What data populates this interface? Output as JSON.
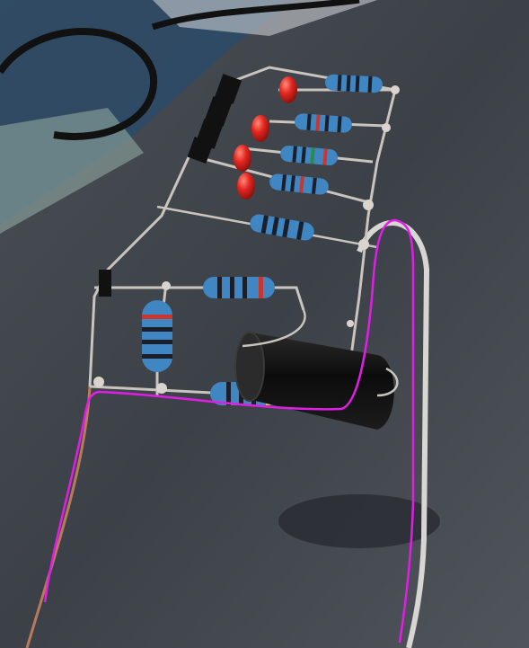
{
  "scene": {
    "subject": "freeform-wire-circuit",
    "colors": {
      "desk": "#3d4148",
      "desk_light": "#5a5f66",
      "wire": "#c9c4bd",
      "copper": "#b87a5a",
      "resistor_body": "#3f86c2",
      "resistor_band_dark": "#1c1f2a",
      "resistor_band_red": "#c8372f",
      "resistor_band_green": "#2f8a4a",
      "led": "#e3261f",
      "capacitor": "#141414",
      "annotation": "#e01ee6",
      "cable": "#d8d6d2"
    },
    "components": {
      "resistor_count": 8,
      "led_count": 4,
      "transistor_count": 4,
      "capacitor_count": 1
    }
  }
}
